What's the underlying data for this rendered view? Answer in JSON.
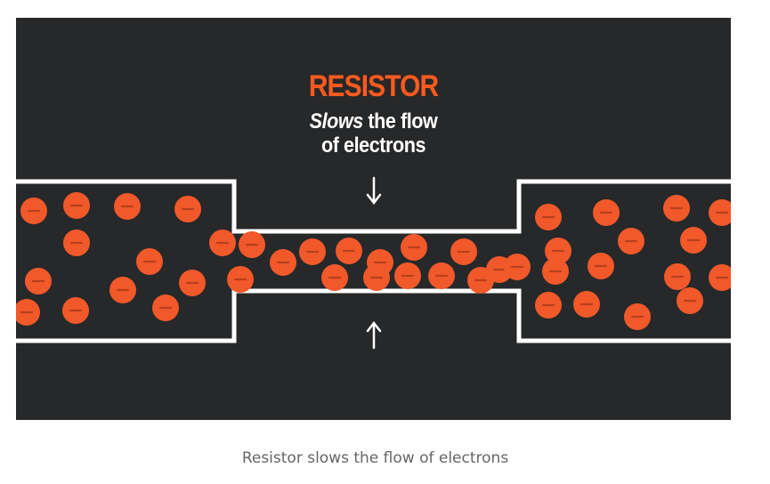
{
  "diagram": {
    "title": "RESISTOR",
    "subtitle_emphasis": "Slows",
    "subtitle_rest": " the flow",
    "subtitle_line2": "of electrons",
    "colors": {
      "background": "#272829",
      "title": "#ff5a1f",
      "wire": "#ffffff",
      "electron": "#f1592a"
    },
    "icons": [
      "down-arrow-icon",
      "up-arrow-icon",
      "electron-icon"
    ]
  },
  "caption": "Resistor slows the flow of electrons"
}
